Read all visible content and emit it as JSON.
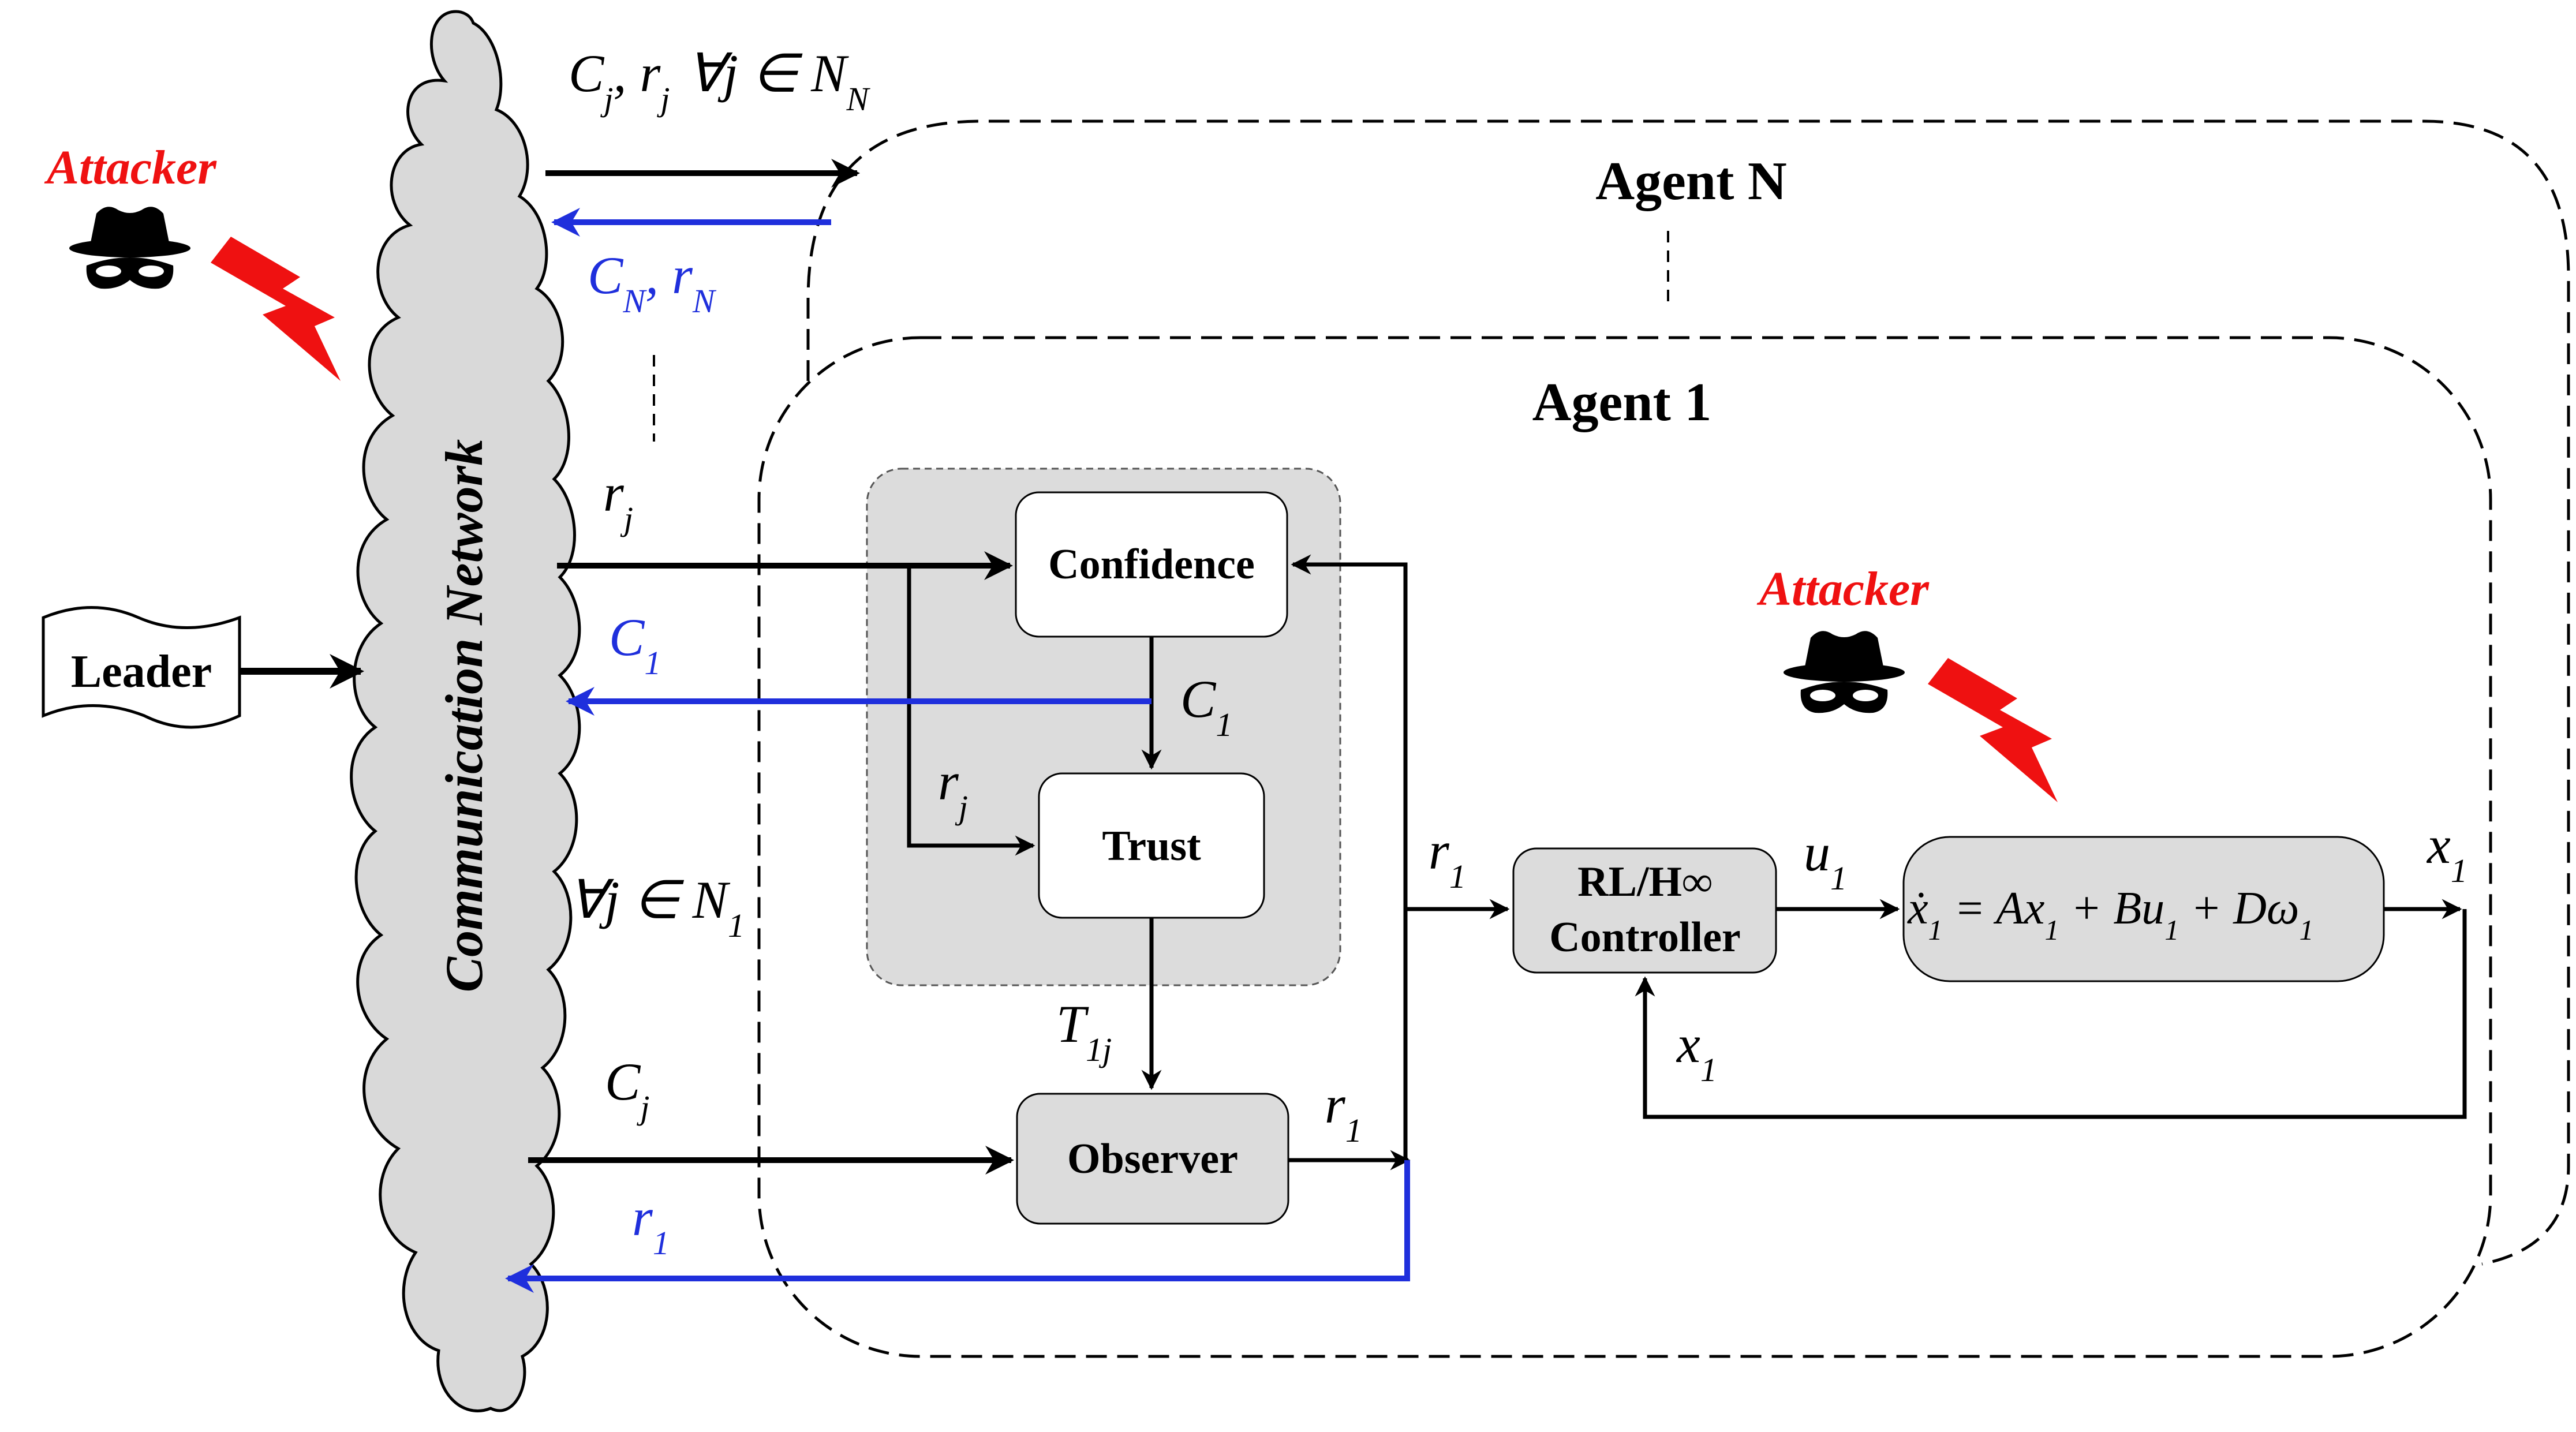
{
  "colors": {
    "black": "#000000",
    "blue": "#1f2fdc",
    "attacker_red": "#ef1111",
    "cloud_fill": "#d9d9d9",
    "block_fill": "#dcdcdc",
    "white": "#ffffff"
  },
  "icons": {
    "attacker": "spy-hat-mask-icon",
    "lightning": "lightning-bolt-icon"
  },
  "network": {
    "label": "Communication Network"
  },
  "leader": {
    "label": "Leader"
  },
  "attackers": {
    "label": "Attacker"
  },
  "agents": {
    "agent_n": "Agent N",
    "agent_1": "Agent 1"
  },
  "blocks": {
    "confidence": "Confidence",
    "trust": "Trust",
    "observer": "Observer",
    "controller_line1": "RL/H∞",
    "controller_line2": "Controller"
  },
  "signals": {
    "cr_all_C": "C",
    "cr_all_Csub": "j",
    "cr_all_sep": ", r",
    "cr_all_rsub": "j",
    "cr_all_forall": "∀j ∈ N",
    "cr_all_Nsub": "N",
    "cn_C": "C",
    "cn_Csub": "N",
    "cn_sep": ", r",
    "cn_rsub": "N",
    "rj_r": "r",
    "rj_sub": "j",
    "c1_C": "C",
    "c1_sub": "1",
    "forall_text": "∀j ∈ N",
    "forall_sub": "1",
    "cj_C": "C",
    "cj_sub": "j",
    "r1_r": "r",
    "r1_sub": "1",
    "t1j_T": "T",
    "t1j_sub": "1j",
    "u1_u": "u",
    "u1_sub": "1",
    "x1_x": "x",
    "x1_sub": "1"
  },
  "plant": {
    "xdot": "ẋ",
    "eq": " = Ax",
    "plus_b": " + Bu",
    "plus_d": " + Dω",
    "sub": "1"
  }
}
